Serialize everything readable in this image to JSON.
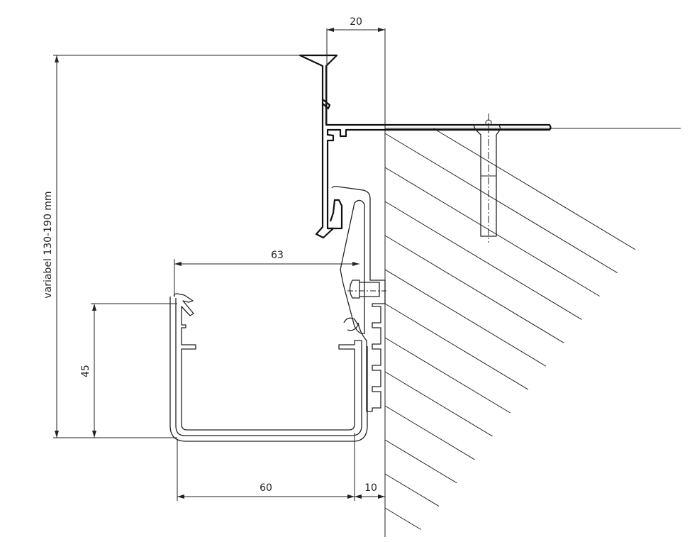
{
  "drawing": {
    "title": "Gutter profile section detail",
    "dimensions": {
      "top_offset": "20",
      "inner_width": "63",
      "gutter_depth": "45",
      "gutter_width": "60",
      "wall_offset": "10",
      "total_height": "variabel 130-190 mm"
    }
  }
}
